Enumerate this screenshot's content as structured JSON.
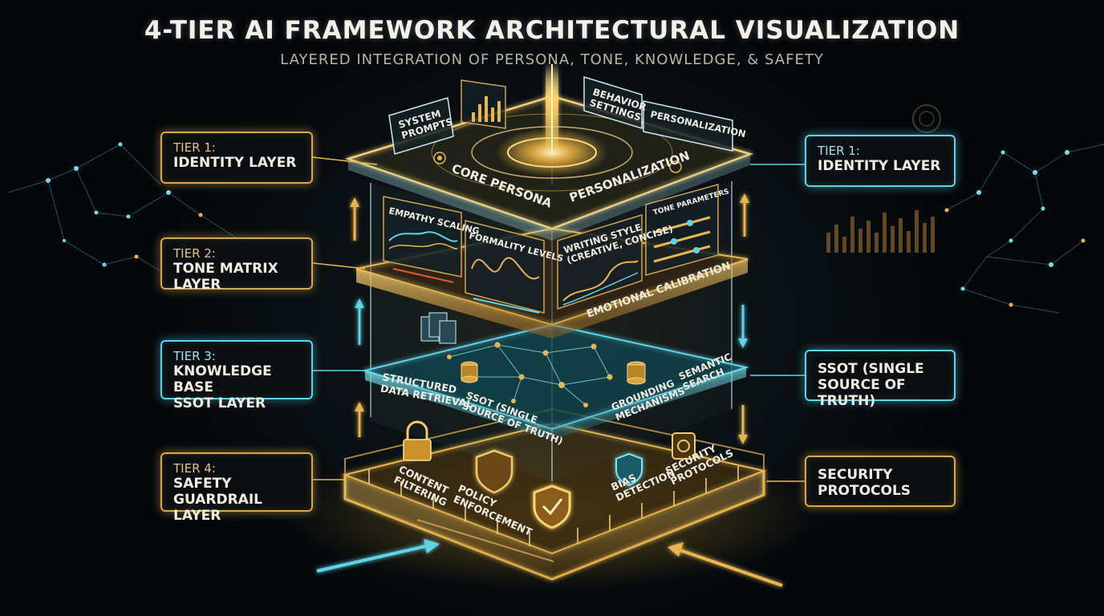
{
  "title": "4-TIER AI FRAMEWORK ARCHITECTURAL VISUALIZATION",
  "subtitle": "LAYERED INTEGRATION OF PERSONA, TONE, KNOWLEDGE, & SAFETY",
  "left_callouts": [
    {
      "tier": "TIER 1:",
      "name": "IDENTITY LAYER"
    },
    {
      "tier": "TIER 2:",
      "name": "TONE MATRIX LAYER"
    },
    {
      "tier": "TIER 3:",
      "name": "KNOWLEDGE BASE\nSSOT LAYER"
    },
    {
      "tier": "TIER 4:",
      "name": "SAFETY\nGUARDRAIL LAYER"
    }
  ],
  "right_callouts": [
    {
      "tier": "TIER 1:",
      "name": "IDENTITY LAYER"
    },
    {
      "name": "SSOT (SINGLE\nSOURCE OF TRUTH)"
    },
    {
      "name": "SECURITY\nPROTOCOLS"
    }
  ],
  "tier1_cards": {
    "system_prompts": "SYSTEM\nPROMPTS",
    "behavior_settings": "BEHAVIOR\nSETTINGS",
    "personalization": "PERSONALIZATION"
  },
  "tier1_platform": {
    "core_persona": "CORE PERSONA",
    "personalization": "PERSONALIZATION"
  },
  "tier2_panels": {
    "empathy_scaling": "EMPATHY SCALING",
    "formality_levels": "FORMALITY LEVELS",
    "writing_style": "WRITING STYLE\n(CREATIVE, CONCISE)",
    "tone_parameters": "TONE PARAMETERS",
    "emotional_calibration": "EMOTIONAL CALIBRATION"
  },
  "tier3_labels": {
    "structured_data_retrieval": "STRUCTURED\nDATA RETRIEVAL",
    "ssot": "SSOT (SINGLE\nSOURCE OF TRUTH)",
    "grounding_mechanisms": "GROUNDING\nMECHANISMS",
    "semantic_search": "SEMANTIC\nSEARCH"
  },
  "tier4_labels": {
    "content_filtering": "CONTENT\nFILTERING",
    "policy_enforcement": "POLICY\nENFORCEMENT",
    "bias_detection": "BIAS\nDETECTION",
    "security_protocols": "SECURITY\nPROTOCOLS"
  },
  "colors": {
    "gold": "#e8b64f",
    "cyan": "#5fd4e6",
    "background": "#05090d",
    "text": "#f1ede2"
  },
  "icons": [
    "lock-icon",
    "shield-icon",
    "shield-check-icon",
    "document-icon",
    "database-icon",
    "bar-chart-icon",
    "target-icon"
  ]
}
